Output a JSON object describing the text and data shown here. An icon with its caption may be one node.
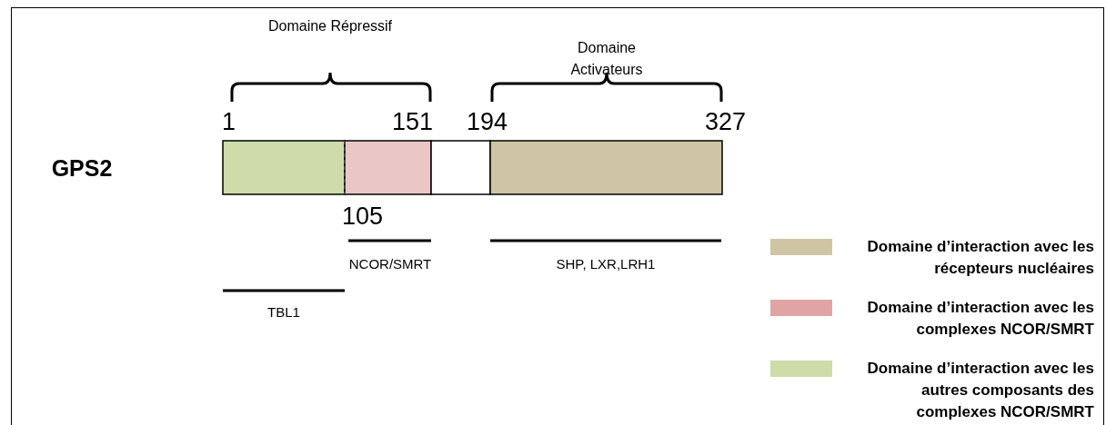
{
  "diagram": {
    "labels": [
      "Domaine Répressif",
      "Domaine Activateurs",
      "1",
      "151",
      "194",
      "327",
      "GPS2",
      "105",
      "NCOR/SMRT",
      "SHP, LXR,LRH1",
      "TBL1"
    ],
    "legend": [
      {
        "text": "Domaine d’interaction  avec les récepteurs nucléaires",
        "color": "#cfc5a5"
      },
      {
        "text": "Domaine d’interaction  avec les complexes NCOR/SMRT",
        "color": "#e0a4a4"
      },
      {
        "text": "Domaine d’interaction  avec les autres composants des complexes NCOR/SMRT",
        "color": "#cddca9"
      }
    ]
  }
}
